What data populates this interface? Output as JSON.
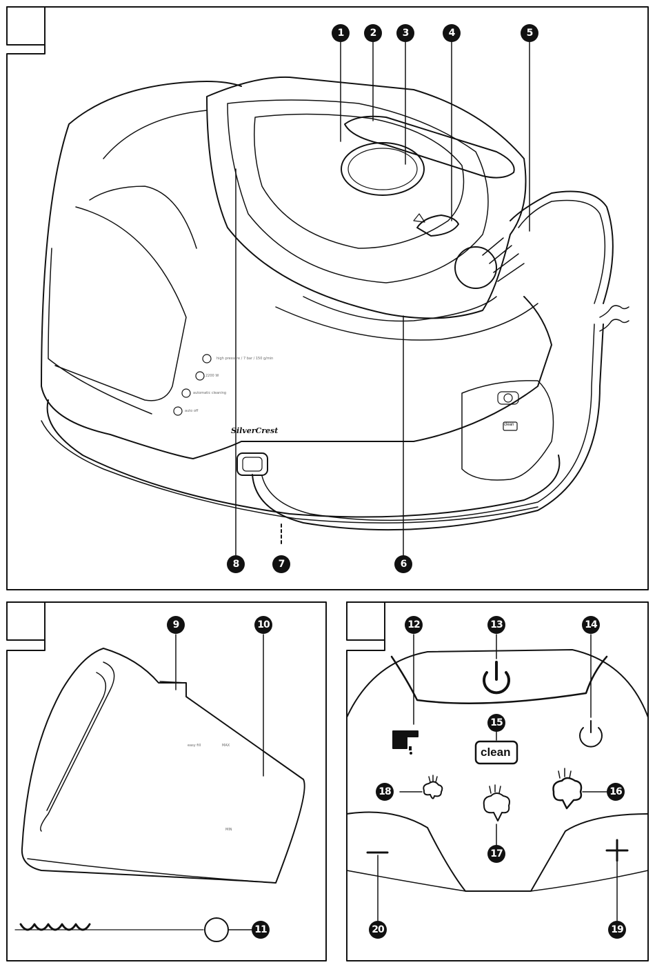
{
  "brand": "SilverCrest",
  "fig1": {
    "callouts": [
      "1",
      "2",
      "3",
      "4",
      "5",
      "6",
      "7",
      "8"
    ],
    "panel_labels": [
      "high pressure / 7 bar / 150 g/min",
      "2200 W",
      "automatic cleaning",
      "auto off"
    ]
  },
  "fig2": {
    "callouts": [
      "9",
      "10",
      "11"
    ],
    "tank_labels": [
      "easy fill",
      "MAX",
      "MIN"
    ]
  },
  "fig3": {
    "callouts": [
      "12",
      "13",
      "14",
      "15",
      "16",
      "17",
      "18",
      "19",
      "20"
    ],
    "clean_label": "clean",
    "minus_symbol": "−",
    "plus_symbol": "+"
  },
  "icons": [
    "power-icon",
    "tap-icon",
    "steam-cloud-icon",
    "minus-icon",
    "plus-icon",
    "temperature-dial-icon",
    "cleaning-brush-icon"
  ]
}
